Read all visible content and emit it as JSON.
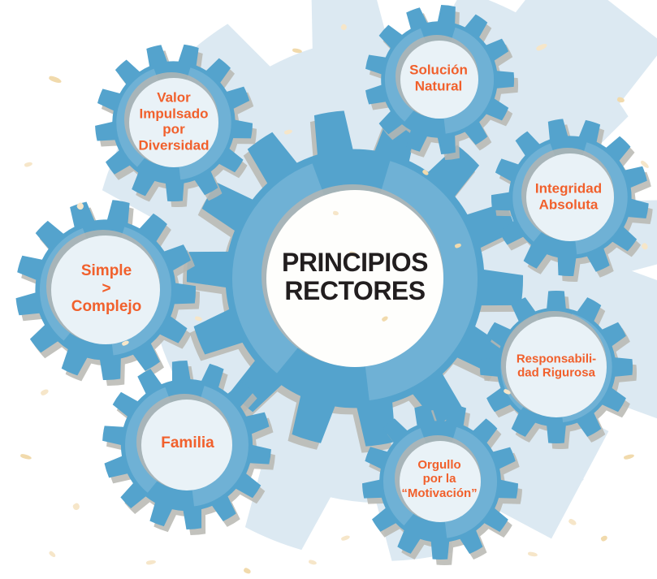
{
  "diagram": {
    "type": "gear-infographic",
    "center_gear": {
      "name": "principios-rectores",
      "lines": [
        "PRINCIPIOS",
        "RECTORES"
      ]
    },
    "satellite_gears": [
      {
        "name": "valor-impulsado-por-diversidad",
        "lines": [
          "Valor",
          "Impulsado",
          "por",
          "Diversidad"
        ]
      },
      {
        "name": "solucion-natural",
        "lines": [
          "Solución",
          "Natural"
        ]
      },
      {
        "name": "integridad-absoluta",
        "lines": [
          "Integridad",
          "Absoluta"
        ]
      },
      {
        "name": "simple-mayor-que-complejo",
        "lines": [
          "Simple",
          ">",
          "Complejo"
        ]
      },
      {
        "name": "responsabilidad-rigurosa",
        "lines": [
          "Responsabili-",
          "dad Rigurosa"
        ]
      },
      {
        "name": "familia",
        "lines": [
          "Familia"
        ]
      },
      {
        "name": "orgullo-por-la-motivacion",
        "lines": [
          "Orgullo",
          "por la",
          "“Motivación”"
        ]
      }
    ]
  },
  "palette": {
    "gear_blue": "#54A3CD",
    "bg_pale": "#DCE9F2",
    "inner_light": "#E9F2F7",
    "inner_white": "#FEFEFC",
    "shadow": "#B7B7B2",
    "orange": "#F1602C",
    "ink": "#221E1F",
    "speckle_light": "#F6E6C9",
    "speckle_dark": "#F1DAAC",
    "page_bg": "#FFFFFF"
  }
}
